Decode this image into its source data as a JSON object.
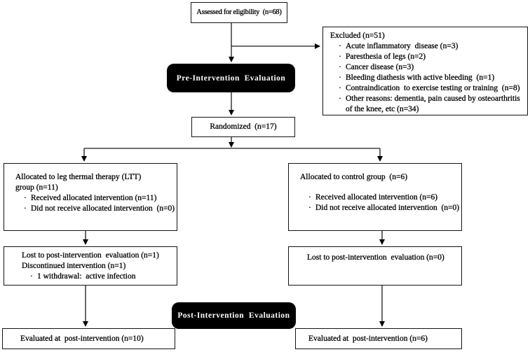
{
  "glyphs": {
    "bullet": "·"
  },
  "colors": {
    "border": "#141414",
    "pill_fill": "#000000",
    "pill_text": "#ffffff",
    "background": "#ffffff"
  },
  "diagram": {
    "assessed": {
      "text": "Assessed for eligibility  (n=68)"
    },
    "excluded": {
      "title": "Excluded (n=51)",
      "items": [
        "Acute inflammatory  disease (n=3)",
        "Paresthesia of legs (n=2)",
        "Cancer disease (n=3)",
        "Bleeding diathesis with active bleeding  (n=1)",
        "Contraindication  to exercise testing or training  (n=8)",
        "Other reasons: dementia, pain caused by osteoarthritis of the knee, etc (n=34)"
      ]
    },
    "pre_eval": {
      "label": "Pre-Intervention  Evaluation"
    },
    "randomized": {
      "text": "Randomized  (n=17)"
    },
    "ltt_group": {
      "title_line1": "Allocated to leg thermal therapy (LTT)",
      "title_line2": "group (n=11)",
      "items": [
        "Received allocated intervention (n=11)",
        "Did not receive allocated intervention  (n=0)"
      ]
    },
    "control_group": {
      "title": "Allocated to control group  (n=6)",
      "items": [
        "Received allocated intervention (n=6)",
        "Did not receive allocated intervention  (n=0)"
      ]
    },
    "ltt_lost": {
      "line1": "Lost to post-intervention  evaluation (n=1)",
      "line2": "Discontinued intervention (n=1)",
      "items": [
        "1 withdrawal:  active infection"
      ]
    },
    "control_lost": {
      "line1": "Lost to post-intervention  evaluation (n=0)"
    },
    "post_eval": {
      "label": "Post-Intervention  Evaluation"
    },
    "ltt_evaluated": {
      "text": "Evaluated at  post-intervention (n=10)"
    },
    "control_evaluated": {
      "text": "Evaluated at  post-intervention (n=6)"
    }
  }
}
